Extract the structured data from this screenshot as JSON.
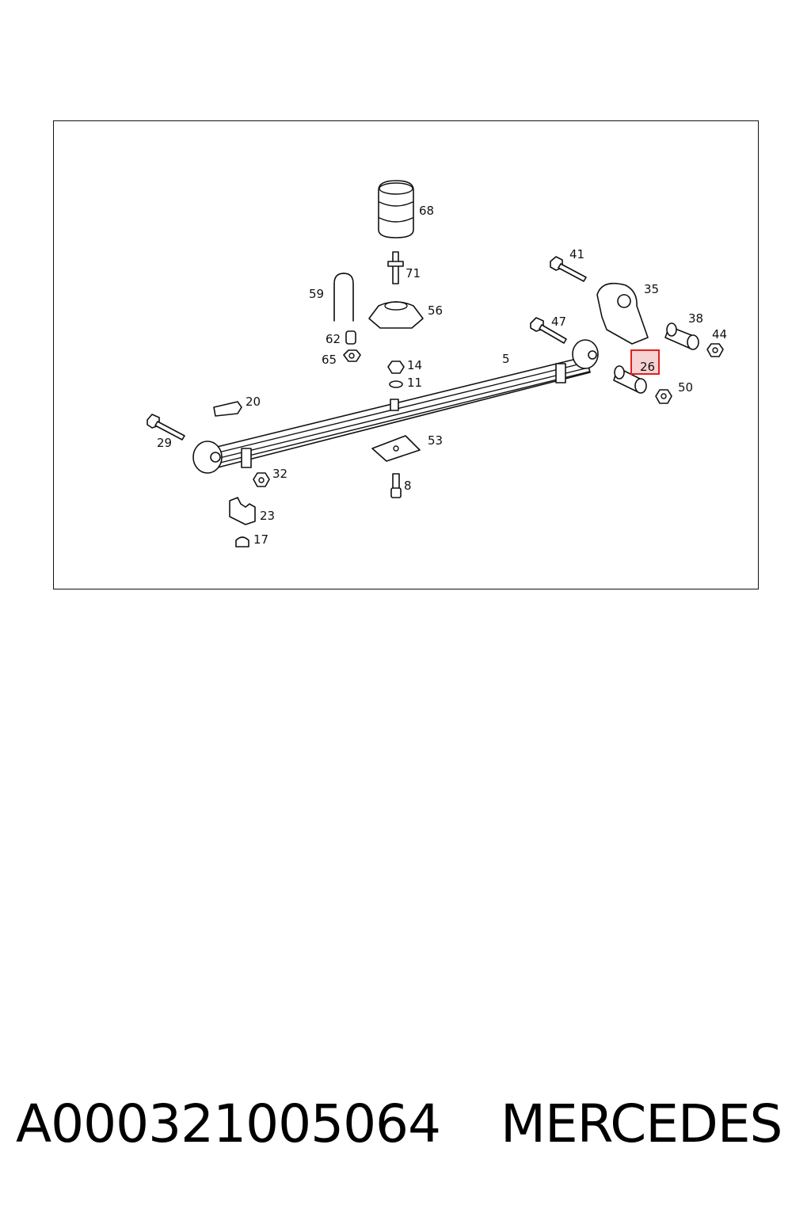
{
  "diagram": {
    "highlight_color": "#e02020",
    "highlight_fill": "#f7d2d2",
    "callouts": [
      {
        "id": "68",
        "label": "68"
      },
      {
        "id": "71",
        "label": "71"
      },
      {
        "id": "59",
        "label": "59"
      },
      {
        "id": "56",
        "label": "56"
      },
      {
        "id": "62",
        "label": "62"
      },
      {
        "id": "65",
        "label": "65"
      },
      {
        "id": "14",
        "label": "14"
      },
      {
        "id": "11",
        "label": "11"
      },
      {
        "id": "5",
        "label": "5"
      },
      {
        "id": "41",
        "label": "41"
      },
      {
        "id": "35",
        "label": "35"
      },
      {
        "id": "47",
        "label": "47"
      },
      {
        "id": "38",
        "label": "38"
      },
      {
        "id": "44",
        "label": "44"
      },
      {
        "id": "26",
        "label": "26",
        "highlighted": true
      },
      {
        "id": "50",
        "label": "50"
      },
      {
        "id": "20",
        "label": "20"
      },
      {
        "id": "29",
        "label": "29"
      },
      {
        "id": "53",
        "label": "53"
      },
      {
        "id": "32",
        "label": "32"
      },
      {
        "id": "8",
        "label": "8"
      },
      {
        "id": "23",
        "label": "23"
      },
      {
        "id": "17",
        "label": "17"
      }
    ]
  },
  "footer": {
    "part_number": "A000321005064",
    "brand": "MERCEDES"
  }
}
